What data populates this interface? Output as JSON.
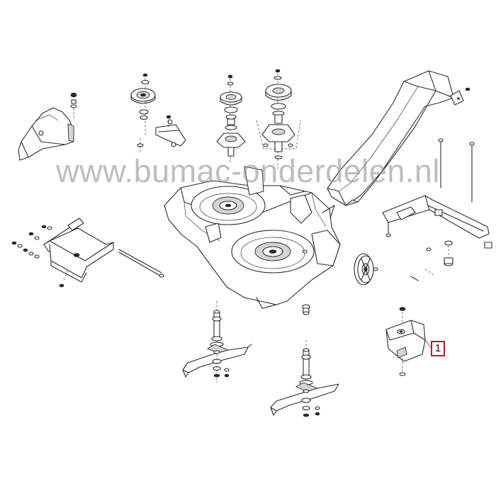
{
  "watermark": {
    "text": "www.bumac-onderdelen.nl",
    "color": "#969696"
  },
  "callout": {
    "label": "1",
    "border_color": "#c8102e"
  },
  "diagram": {
    "subject": "mower deck exploded parts view",
    "highlighted_part": "1"
  }
}
